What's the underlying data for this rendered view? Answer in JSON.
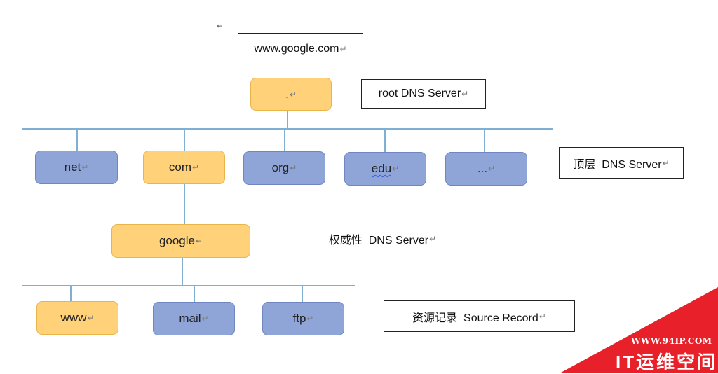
{
  "query_box": {
    "text": "www.google.com",
    "mark": "↵"
  },
  "root": {
    "node_text": ".",
    "label": "root DNS Server",
    "mark": "↵"
  },
  "top_level": {
    "nodes": [
      "net",
      "com",
      "org",
      "edu",
      "..."
    ],
    "label": "顶层  DNS Server",
    "mark": "↵"
  },
  "authoritative": {
    "node_text": "google",
    "label": "权威性  DNS Server",
    "mark": "↵"
  },
  "resource": {
    "nodes": [
      "www",
      "mail",
      "ftp"
    ],
    "label": "资源记录  Source Record",
    "mark": "↵"
  },
  "stray_mark": "↵",
  "watermark": {
    "url": "WWW.94IP.COM",
    "brand": "IT运维空间"
  },
  "colors": {
    "gold": "#ffd27a",
    "blue": "#8fa5d8",
    "line": "#7fb0d4",
    "watermark": "#e8202a"
  }
}
